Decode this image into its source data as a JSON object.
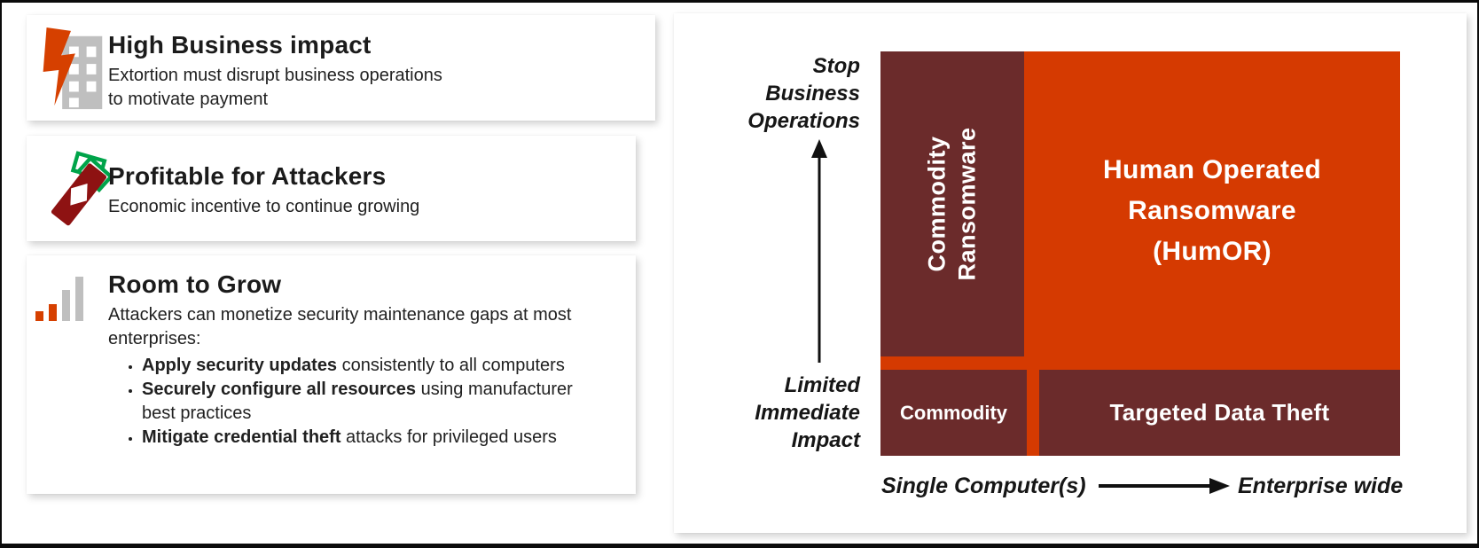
{
  "colors": {
    "accent_orange": "#D53A01",
    "maroon": "#6B2B2B",
    "icon_gray": "#BFBFBF",
    "icon_orange": "#D64000",
    "icon_dark_red": "#8E1212",
    "icon_green": "#00A44A",
    "frame_border": "#0B0B0B"
  },
  "cards": [
    {
      "icon": "building-lightning-icon",
      "title": "High Business impact",
      "body": "Extortion must disrupt business operations\nto motivate payment"
    },
    {
      "icon": "dynamite-money-icon",
      "title": "Profitable for Attackers",
      "body": "Economic incentive to continue growing"
    },
    {
      "icon": "bar-chart-icon",
      "title": "Room to Grow",
      "body": "Attackers can monetize security maintenance gaps at most\nenterprises:",
      "bullets": [
        {
          "bold": "Apply security updates",
          "rest": " consistently to all computers"
        },
        {
          "bold": "Securely configure all resources",
          "rest": " using manufacturer\nbest practices"
        },
        {
          "bold": "Mitigate credential theft",
          "rest": " attacks for privileged users"
        }
      ]
    }
  ],
  "matrix": {
    "y_axis": {
      "top_label": "Stop\nBusiness\nOperations",
      "bottom_label": "Limited\nImmediate\nImpact"
    },
    "x_axis": {
      "left_label": "Single Computer(s)",
      "right_label": "Enterprise wide"
    },
    "quadrants": {
      "top_left": {
        "label": "Commodity\nRansomware",
        "color": "#6B2B2B"
      },
      "top_right": {
        "label": "Human Operated\nRansomware\n(HumOR)",
        "color": "#D53A01"
      },
      "bottom_left": {
        "label": "Commodity",
        "color": "#6B2B2B"
      },
      "bottom_right": {
        "label": "Targeted Data Theft",
        "color": "#6B2B2B"
      }
    }
  }
}
